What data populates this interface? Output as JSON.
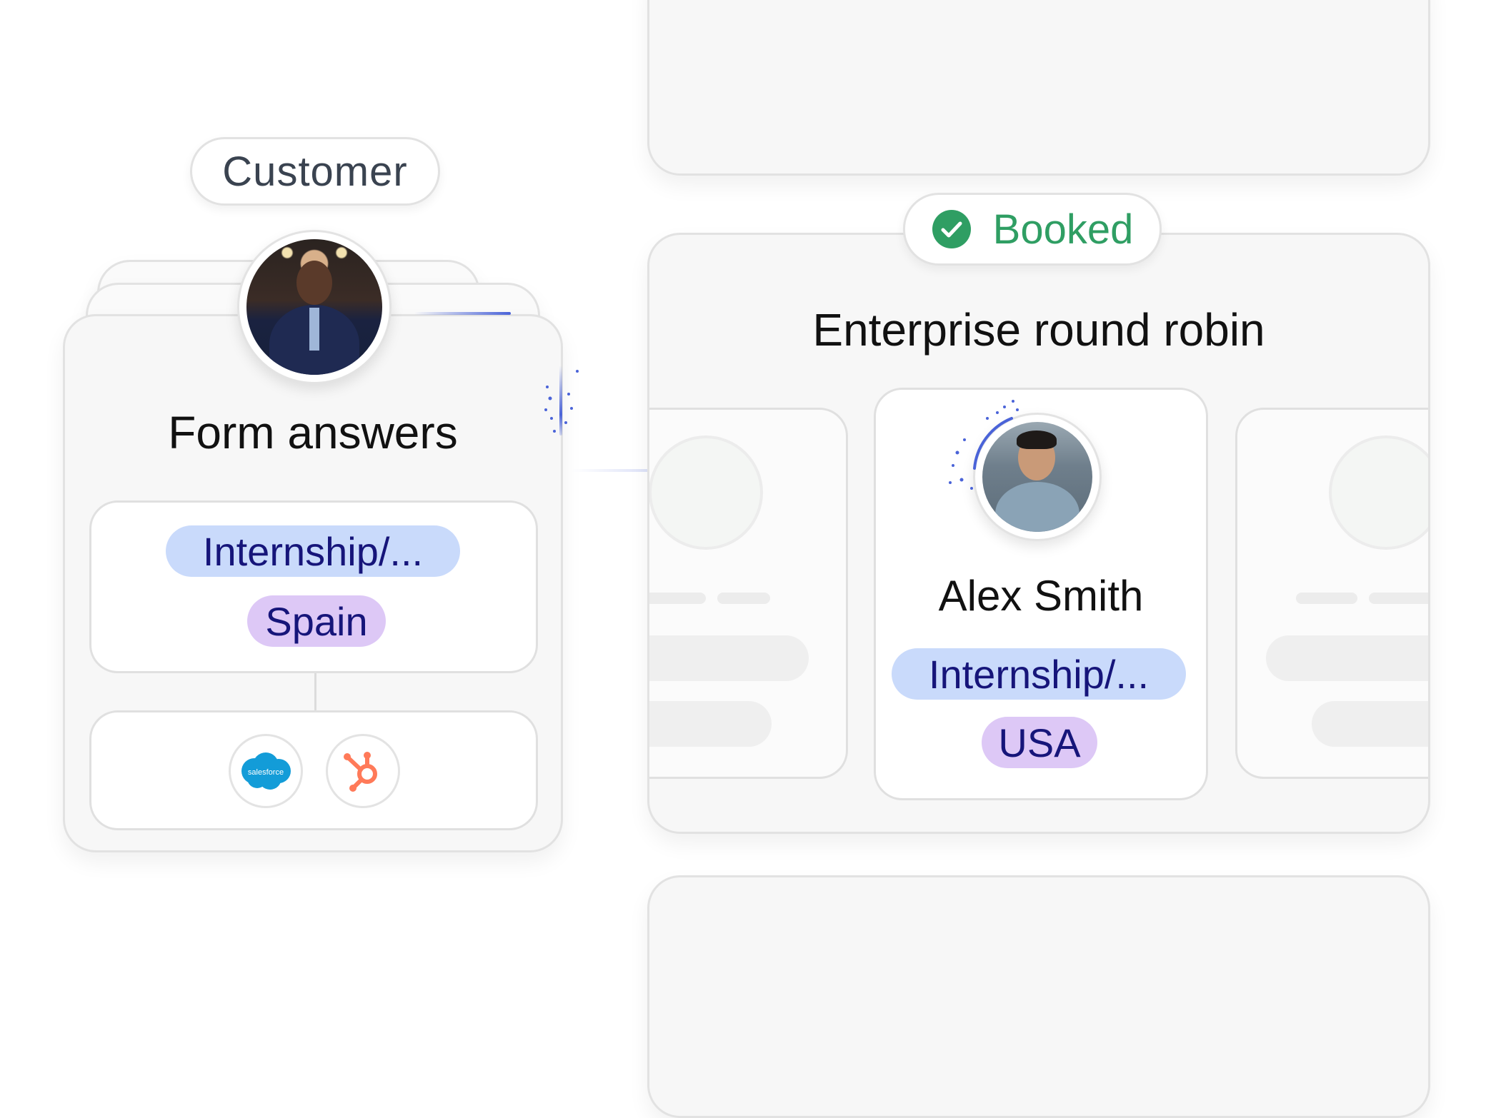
{
  "customer": {
    "label": "Customer",
    "title": "Form answers",
    "tags": [
      "Internship/...",
      "Spain"
    ],
    "integrations": [
      {
        "name": "salesforce",
        "text": "salesforce",
        "color": "#139cd8"
      },
      {
        "name": "hubspot",
        "color": "#ff7a59"
      }
    ]
  },
  "routing": {
    "status_label": "Booked",
    "status_color": "#2f9e63",
    "title": "Enterprise round robin",
    "selected": {
      "name": "Alex Smith",
      "tags": [
        "Internship/...",
        "USA"
      ]
    }
  },
  "colors": {
    "accent_line": "#4a63d8",
    "tag_blue": "#c9dafb",
    "tag_purple": "#ddc8f6",
    "tag_text": "#16157a"
  }
}
